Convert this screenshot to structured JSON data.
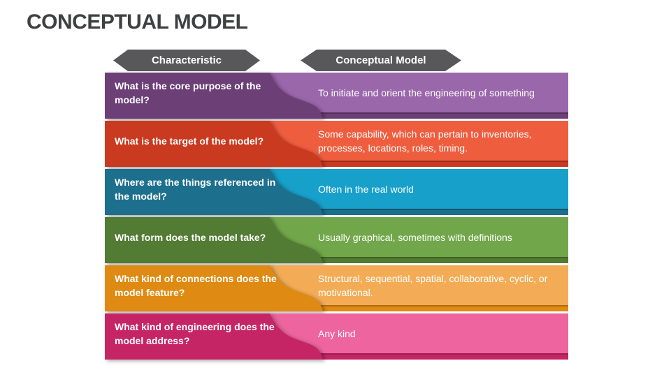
{
  "title": "CONCEPTUAL MODEL",
  "title_color": "#3f4041",
  "header_bg": "#58585a",
  "header_text_color": "#ffffff",
  "columns": [
    {
      "label": "Characteristic"
    },
    {
      "label": "Conceptual Model"
    }
  ],
  "rows": [
    {
      "question": "What is the core purpose of the model?",
      "answer": "To initiate and orient the engineering of something",
      "dark": "#6C3F77",
      "light": "#9A67AB"
    },
    {
      "question": "What is the target of the model?",
      "answer": "Some capability, which can pertain to inventories, processes, locations, roles, timing.",
      "dark": "#C93A20",
      "light": "#EF5D3F"
    },
    {
      "question": "Where are the things referenced in the model?",
      "answer": "Often in the real world",
      "dark": "#1D6F8E",
      "light": "#17A0CA"
    },
    {
      "question": "What form does the model take?",
      "answer": "Usually graphical, sometimes with definitions",
      "dark": "#527B33",
      "light": "#71A74A"
    },
    {
      "question": "What kind of connections does the model feature?",
      "answer": "Structural, sequential, spatial, collaborative, cyclic, or motivational.",
      "dark": "#DF8A12",
      "light": "#F3AC55"
    },
    {
      "question": "What kind of engineering does the model address?",
      "answer": "Any kind",
      "dark": "#C62565",
      "light": "#ED649E"
    }
  ]
}
